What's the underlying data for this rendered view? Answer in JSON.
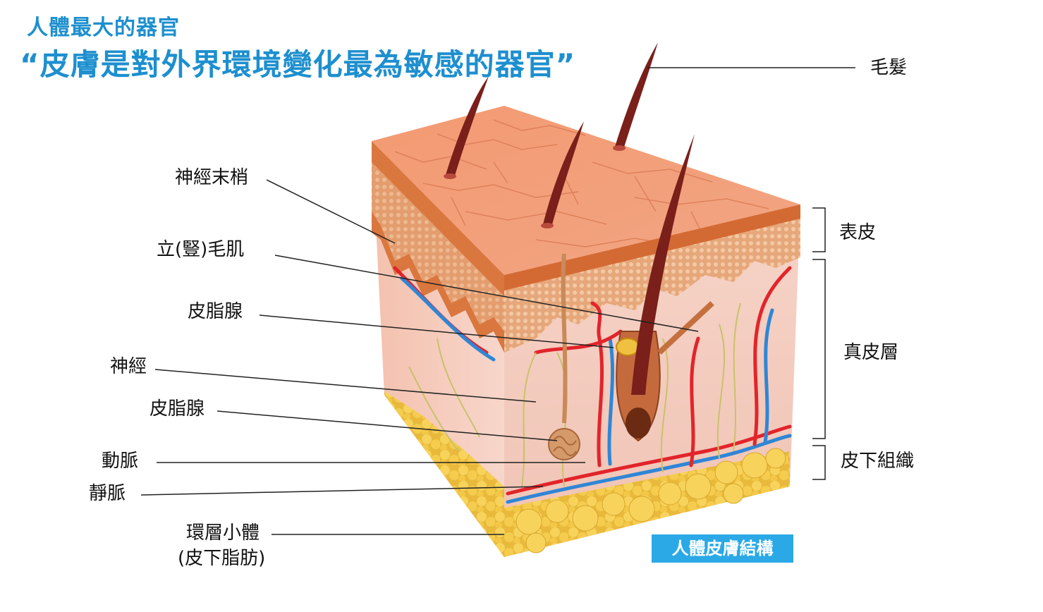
{
  "header": {
    "subtitle": "人體最大的器官",
    "headline": "“皮膚是對外界環境變化最為敏感的器官”"
  },
  "labels_left": {
    "nerve_ending": "神經末梢",
    "arrector_pili": "立(豎)毛肌",
    "sebaceous_gland_1": "皮脂腺",
    "nerve": "神經",
    "sebaceous_gland_2": "皮脂腺",
    "artery": "動脈",
    "vein": "靜脈",
    "pacinian_line1": "環層小體",
    "pacinian_line2": "(皮下脂肪)"
  },
  "labels_right": {
    "hair": "毛髮",
    "epidermis": "表皮",
    "dermis": "真皮層",
    "hypodermis": "皮下組織"
  },
  "caption": "人體皮膚結構",
  "colors": {
    "accent_blue": "#1d8fcf",
    "caption_bg": "#2aa9e6",
    "skin_top": "#f0a07a",
    "epidermis": "#d9773f",
    "dermis": "#f6cfc4",
    "fat": "#f2c94c",
    "artery": "#e2242b",
    "vein": "#2f86d6",
    "nerve": "#c9c26a"
  }
}
